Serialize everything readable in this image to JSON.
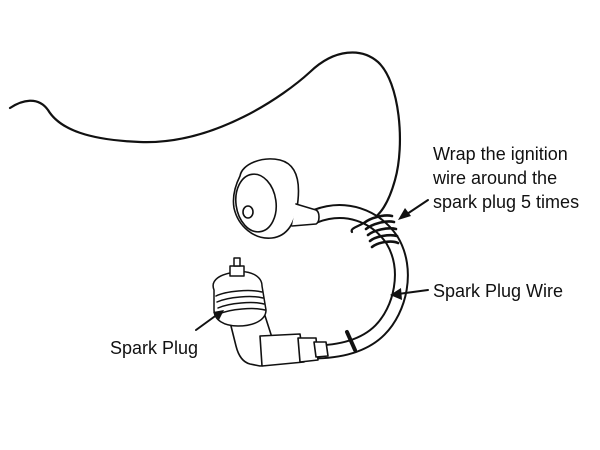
{
  "labels": {
    "wrap_instruction_line1": "Wrap the ignition",
    "wrap_instruction_line2": "wire around the",
    "wrap_instruction_line3": "spark plug 5 times",
    "spark_plug_wire": "Spark Plug Wire",
    "spark_plug": "Spark Plug"
  },
  "wrap_count": 5,
  "colors": {
    "background": "#ffffff",
    "line": "#111111",
    "fill": "#ffffff"
  }
}
